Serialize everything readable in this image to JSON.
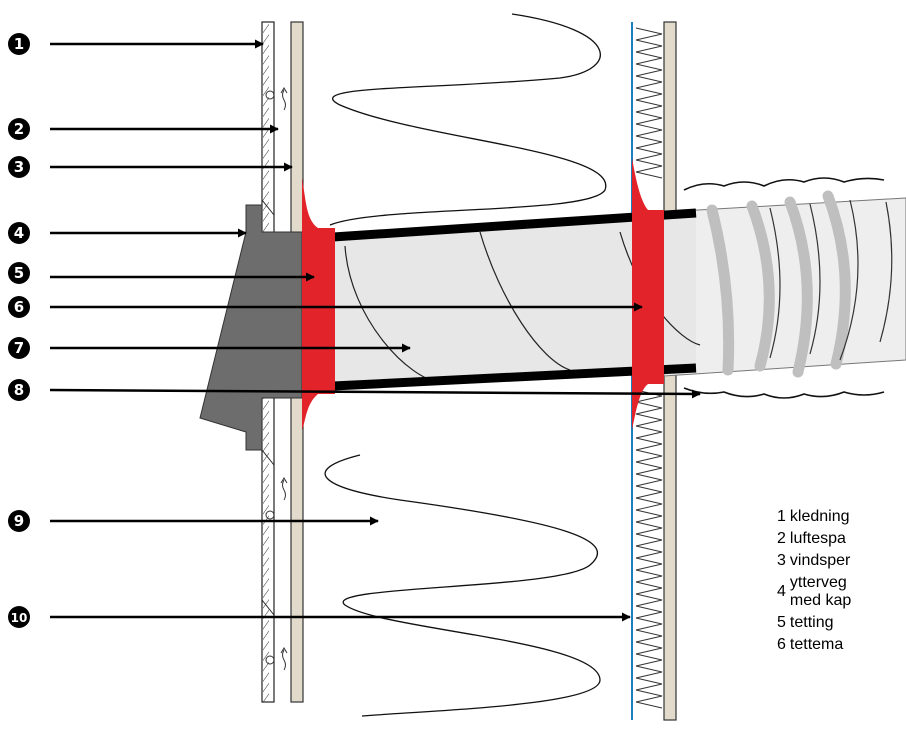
{
  "callouts": [
    "1",
    "2",
    "3",
    "4",
    "5",
    "6",
    "7",
    "8",
    "9",
    "10"
  ],
  "legend": [
    {
      "num": "1",
      "text": "kledning"
    },
    {
      "num": "2",
      "text": "luftespa"
    },
    {
      "num": "3",
      "text": "vindsper"
    },
    {
      "num": "4",
      "text": "ytterveg",
      "text2": "med kap"
    },
    {
      "num": "5",
      "text": "tetting"
    },
    {
      "num": "6",
      "text": "tettema"
    }
  ],
  "colors": {
    "sealing_red": "#e2232a",
    "hood_gray": "#6d6d6d",
    "board_beige": "#e2dbcc",
    "vapor_blue": "#1a7fc1",
    "duct_fill": "#e7e7e7",
    "callout_black": "#000000"
  }
}
